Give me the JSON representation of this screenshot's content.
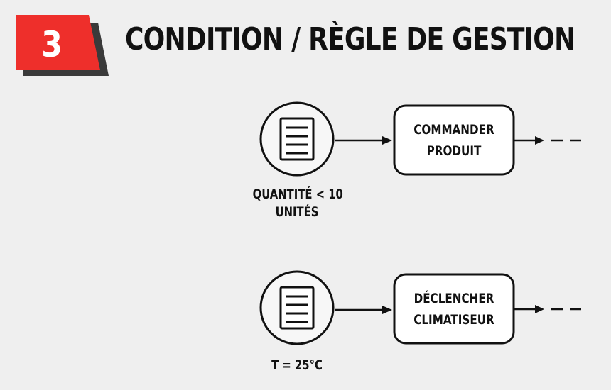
{
  "badge": {
    "number": "3",
    "color": "#ee2f2b",
    "shadow_color": "#3a3a3a"
  },
  "heading": "CONDITION / RÈGLE DE GESTION",
  "rows": [
    {
      "event_icon": "document-icon",
      "event_label_lines": [
        "QUANTITÉ < 10",
        "UNITÉS"
      ],
      "action_lines": [
        "COMMANDER",
        "PRODUIT"
      ]
    },
    {
      "event_icon": "document-icon",
      "event_label_lines": [
        "T = 25°C"
      ],
      "action_lines": [
        "DÉCLENCHER",
        "CLIMATISEUR"
      ]
    }
  ]
}
